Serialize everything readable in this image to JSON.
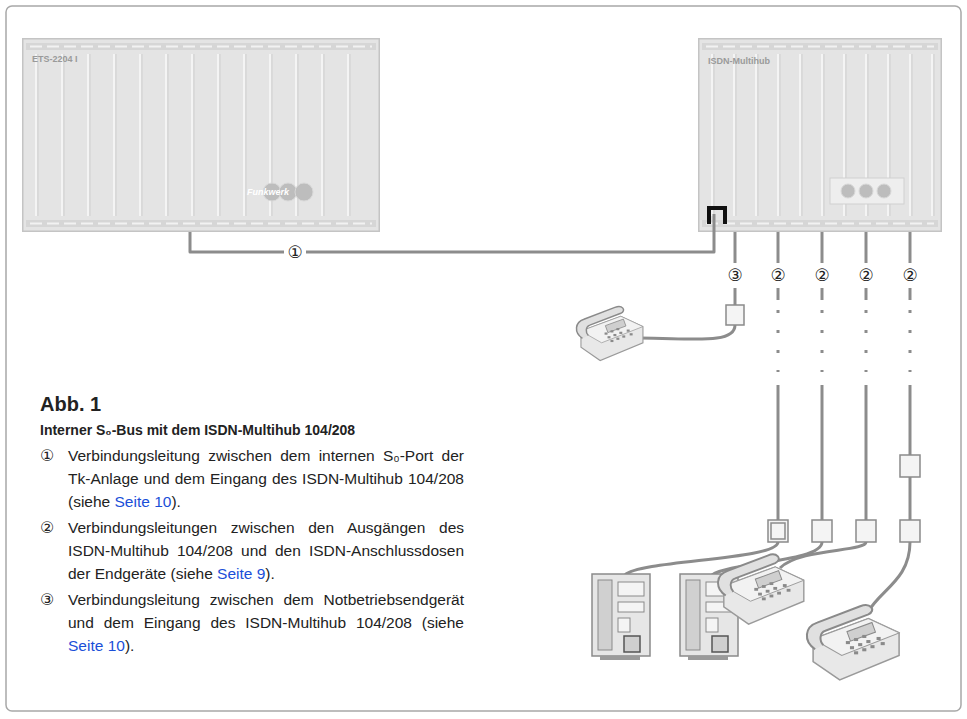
{
  "diagram": {
    "title": "Abb. 1",
    "caption": "Interner S₀-Bus mit dem ISDN-Multihub 104/208",
    "nodes": [
      {
        "text": [
          "ETS-2204 I"
        ]
      },
      {
        "text": [
          "ISDN-Multihub"
        ]
      }
    ],
    "edges": [
      {
        "from": 0,
        "to": 1,
        "arrow": "none",
        "label": "①"
      }
    ],
    "labels": [
      "Funkwerk",
      "③",
      "②",
      "②",
      "②",
      "②",
      "①",
      "Verbindungsleitung zwischen dem internen S₀-Port der Tk-Anlage und dem Eingang des ISDN-Multihub 104/208 (siehe ",
      "Seite 10",
      ").",
      "②",
      "Verbindungsleitungen zwischen den Ausgängen des ISDN-Multihub 104/208 und den ISDN-Anschlussdosen der Endgeräte (siehe ",
      "Seite 9",
      ").",
      "③",
      "Verbindungsleitung zwischen dem Notbetriebsendgerät und dem Eingang des ISDN-Multihub 104/208 (siehe ",
      "Seite 10",
      ")."
    ]
  }
}
